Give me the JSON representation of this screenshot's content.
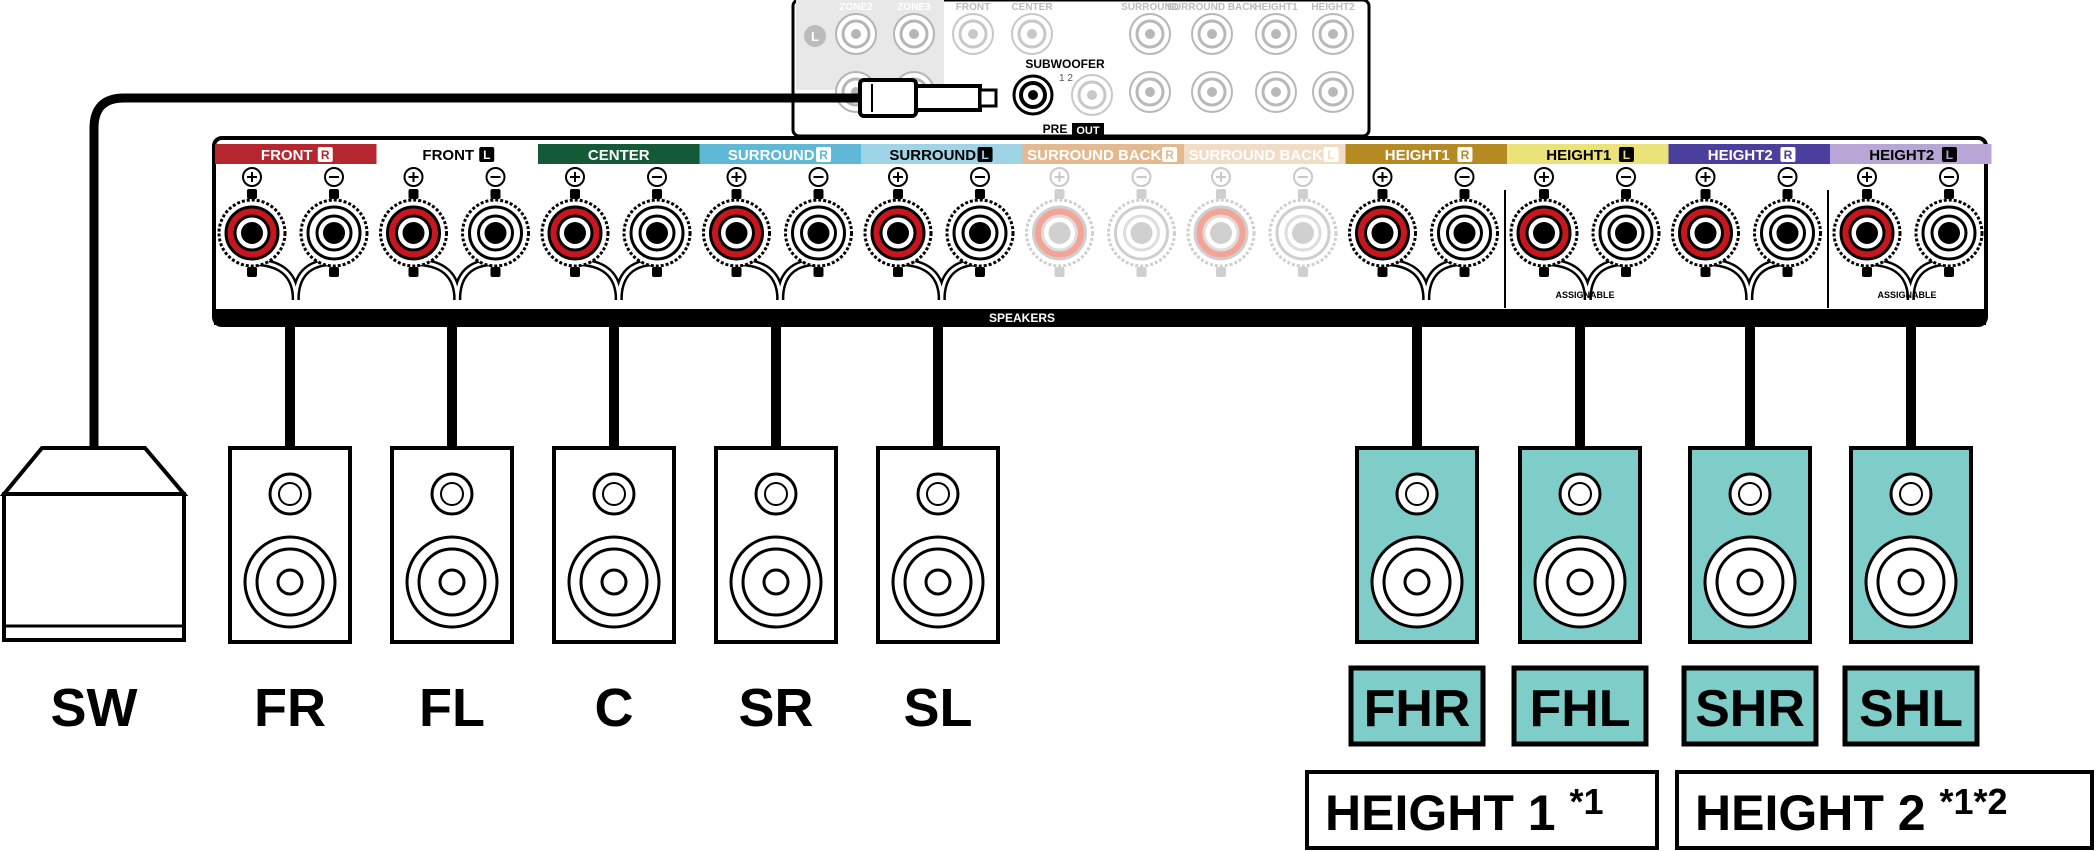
{
  "preout": {
    "top_labels": [
      "ZONE2",
      "ZONE3",
      "FRONT",
      "CENTER",
      "SURROUND",
      "SURROUND BACK",
      "HEIGHT1",
      "HEIGHT2"
    ],
    "side_label": "L",
    "sub_label": "SUBWOOFER",
    "sub_numbers": "1  2",
    "pre": "PRE",
    "out": "OUT"
  },
  "terminals": [
    {
      "name": "FRONT",
      "ch": "R",
      "color": "#b5262f",
      "text": "#ffffff",
      "faded": false
    },
    {
      "name": "FRONT",
      "ch": "L",
      "color": "#ffffff",
      "text": "#000000",
      "faded": false
    },
    {
      "name": "CENTER",
      "ch": "",
      "color": "#155a36",
      "text": "#ffffff",
      "faded": false
    },
    {
      "name": "SURROUND",
      "ch": "R",
      "color": "#5fb8d6",
      "text": "#ffffff",
      "faded": false
    },
    {
      "name": "SURROUND",
      "ch": "L",
      "color": "#9fd3e6",
      "text": "#000000",
      "faded": false
    },
    {
      "name": "SURROUND BACK",
      "ch": "R",
      "color": "#e4b98f",
      "text": "#ffffff",
      "faded": true
    },
    {
      "name": "SURROUND BACK",
      "ch": "L",
      "color": "#f1dcc5",
      "text": "#ffffff",
      "faded": true
    },
    {
      "name": "HEIGHT1",
      "ch": "R",
      "color": "#b58a23",
      "text": "#ffffff",
      "faded": false
    },
    {
      "name": "HEIGHT1",
      "ch": "L",
      "color": "#ece27a",
      "text": "#000000",
      "faded": false
    },
    {
      "name": "HEIGHT2",
      "ch": "R",
      "color": "#4b3f9e",
      "text": "#ffffff",
      "faded": false
    },
    {
      "name": "HEIGHT2",
      "ch": "L",
      "color": "#b8a6d6",
      "text": "#000000",
      "faded": false
    }
  ],
  "panel": {
    "speakers": "SPEAKERS",
    "assignable": "ASSIGNABLE"
  },
  "speakers": [
    {
      "label": "SW",
      "type": "subwoofer",
      "terminal": null
    },
    {
      "label": "FR",
      "type": "front",
      "terminal": 0
    },
    {
      "label": "FL",
      "type": "front",
      "terminal": 1
    },
    {
      "label": "C",
      "type": "front",
      "terminal": 2
    },
    {
      "label": "SR",
      "type": "front",
      "terminal": 3
    },
    {
      "label": "SL",
      "type": "front",
      "terminal": 4
    },
    {
      "label": "FHR",
      "type": "height",
      "terminal": 7
    },
    {
      "label": "FHL",
      "type": "height",
      "terminal": 8
    },
    {
      "label": "SHR",
      "type": "height",
      "terminal": 9
    },
    {
      "label": "SHL",
      "type": "height",
      "terminal": 10
    }
  ],
  "groups": [
    {
      "label": "HEIGHT 1",
      "sup": "*1"
    },
    {
      "label": "HEIGHT 2",
      "sup": "*1*2"
    }
  ],
  "colors": {
    "height_speaker": "#7ecdc9",
    "wire": "#000000",
    "red_post": "#c8161d"
  }
}
